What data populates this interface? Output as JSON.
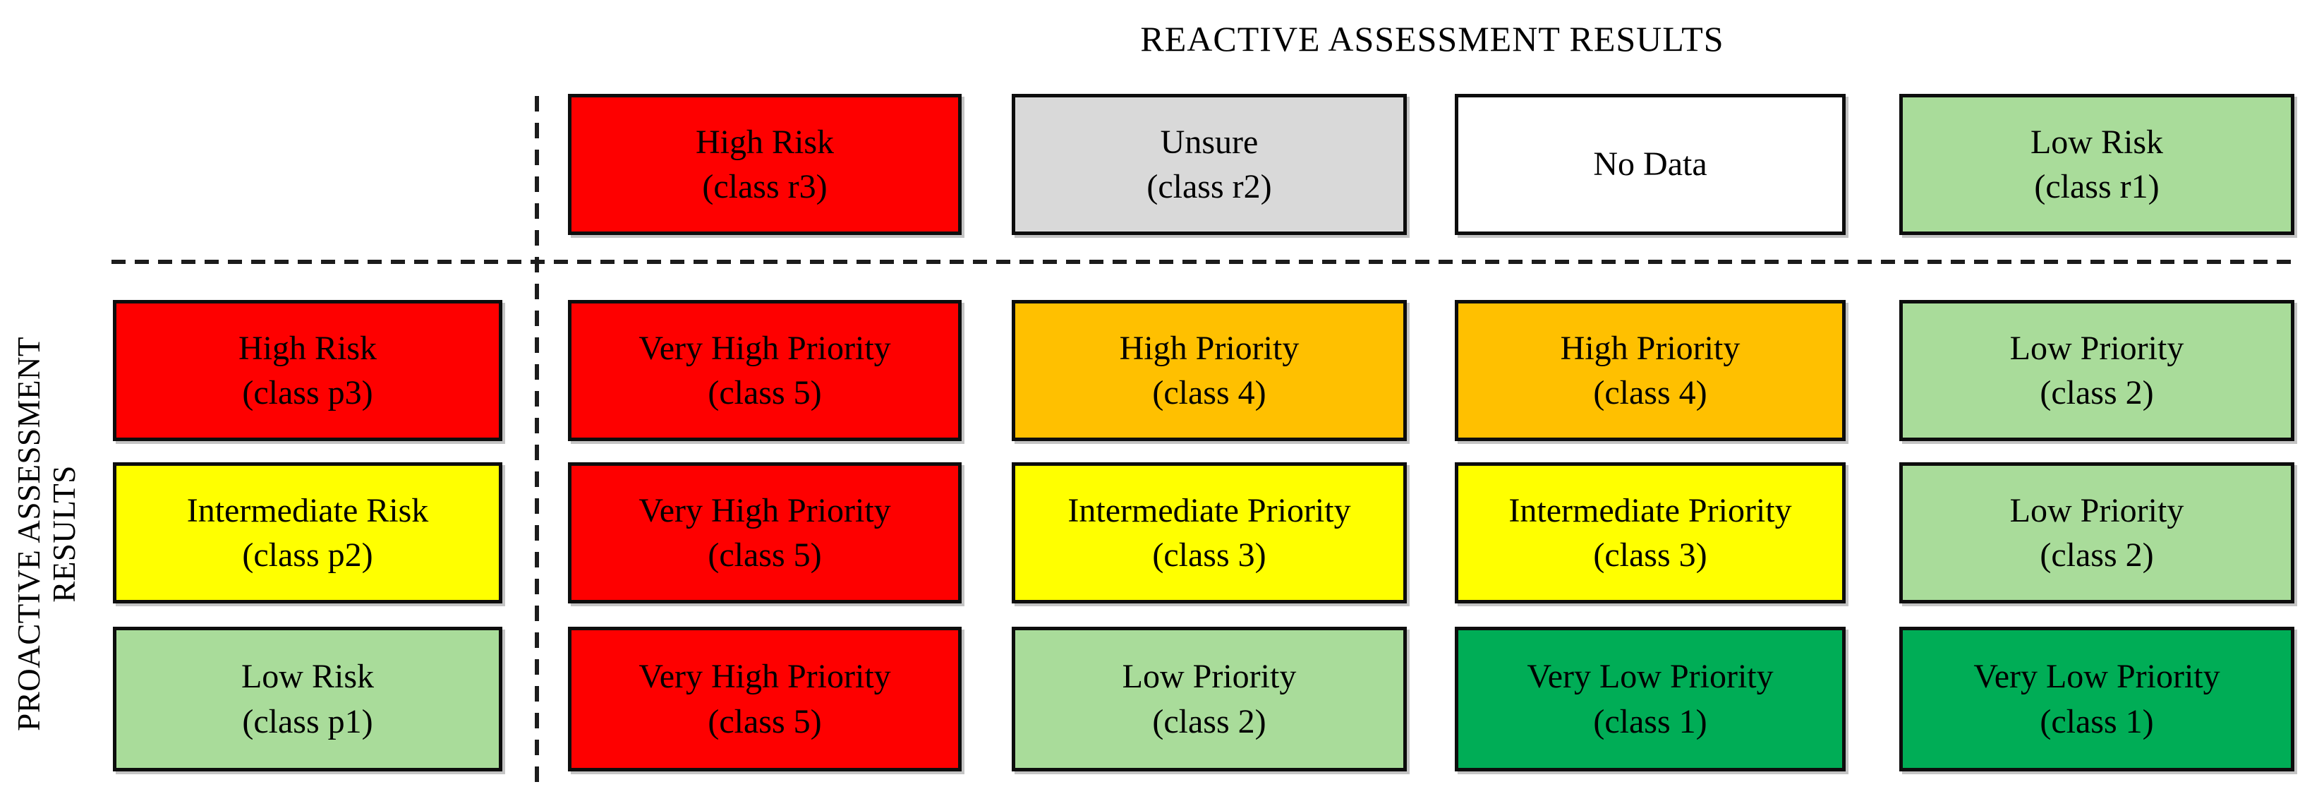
{
  "colors": {
    "red": "#fe0000",
    "orange": "#ffc000",
    "yellow": "#ffff00",
    "light_green": "#a9dc9a",
    "green": "#00ad56",
    "gray": "#d9d9d9",
    "white": "#ffffff"
  },
  "axes": {
    "reactive_title": "REACTIVE ASSESSMENT RESULTS",
    "proactive_title_line1": "PROACTIVE ASSESSMENT",
    "proactive_title_line2": "RESULTS"
  },
  "reactive_headers": [
    {
      "label": "High Risk",
      "sub": "(class r3)",
      "color": "red"
    },
    {
      "label": "Unsure",
      "sub": "(class r2)",
      "color": "gray"
    },
    {
      "label": "No Data",
      "sub": "",
      "color": "white"
    },
    {
      "label": "Low Risk",
      "sub": "(class r1)",
      "color": "light_green"
    }
  ],
  "proactive_headers": [
    {
      "label": "High Risk",
      "sub": "(class p3)",
      "color": "red"
    },
    {
      "label": "Intermediate Risk",
      "sub": "(class p2)",
      "color": "yellow"
    },
    {
      "label": "Low Risk",
      "sub": "(class p1)",
      "color": "light_green"
    }
  ],
  "matrix": [
    [
      {
        "label": "Very High Priority",
        "sub": "(class 5)",
        "color": "red"
      },
      {
        "label": "High Priority",
        "sub": "(class 4)",
        "color": "orange"
      },
      {
        "label": "High Priority",
        "sub": "(class 4)",
        "color": "orange"
      },
      {
        "label": "Low Priority",
        "sub": "(class 2)",
        "color": "light_green"
      }
    ],
    [
      {
        "label": "Very High Priority",
        "sub": "(class 5)",
        "color": "red"
      },
      {
        "label": "Intermediate Priority",
        "sub": "(class 3)",
        "color": "yellow"
      },
      {
        "label": "Intermediate Priority",
        "sub": "(class 3)",
        "color": "yellow"
      },
      {
        "label": "Low Priority",
        "sub": "(class 2)",
        "color": "light_green"
      }
    ],
    [
      {
        "label": "Very High Priority",
        "sub": "(class 5)",
        "color": "red"
      },
      {
        "label": "Low Priority",
        "sub": "(class 2)",
        "color": "light_green"
      },
      {
        "label": "Very Low Priority",
        "sub": "(class 1)",
        "color": "green"
      },
      {
        "label": "Very Low Priority",
        "sub": "(class 1)",
        "color": "green"
      }
    ]
  ]
}
